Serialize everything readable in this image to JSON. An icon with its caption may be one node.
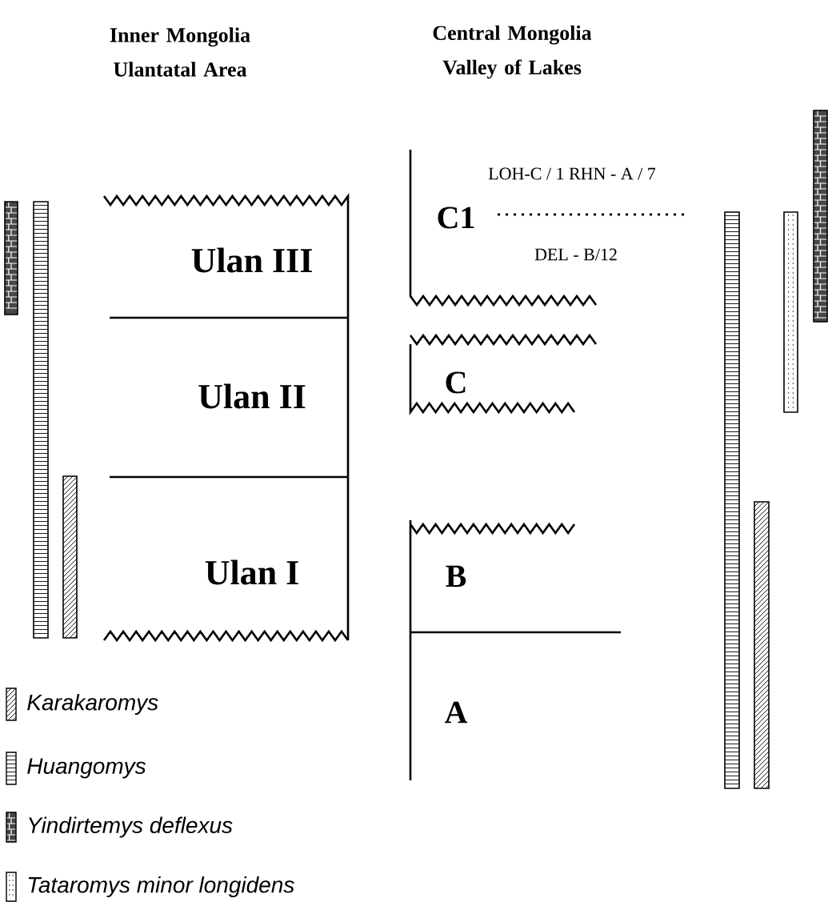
{
  "diagram": {
    "nodes": [
      {
        "text": [],
        "shape": "bar"
      },
      {
        "text": [],
        "shape": "bar"
      },
      {
        "text": [],
        "shape": "bar"
      },
      {
        "text": [
          "Ulan III"
        ]
      },
      {
        "text": [
          "Ulan II"
        ]
      },
      {
        "text": [
          "Ulan I"
        ]
      },
      {
        "text": [
          "C1"
        ]
      },
      {
        "text": [
          "C"
        ]
      },
      {
        "text": [
          "B"
        ]
      },
      {
        "text": [
          "A"
        ]
      },
      {
        "text": [],
        "shape": "bar"
      },
      {
        "text": [],
        "shape": "bar"
      },
      {
        "text": [],
        "shape": "bar"
      },
      {
        "text": [],
        "shape": "bar"
      }
    ],
    "edges": [],
    "labels": [
      "Inner Mongolia Ulantatal Area",
      "Central Mongolia Valley of Lakes",
      "LOH-C / 1   RHN - A / 7",
      "DEL - B/12"
    ],
    "legend": [
      {
        "text": "Karakaromys"
      },
      {
        "text": "Huangomys"
      },
      {
        "text": "Yindirtemys deflexus"
      },
      {
        "text": "Tataromys minor longidens"
      }
    ]
  }
}
